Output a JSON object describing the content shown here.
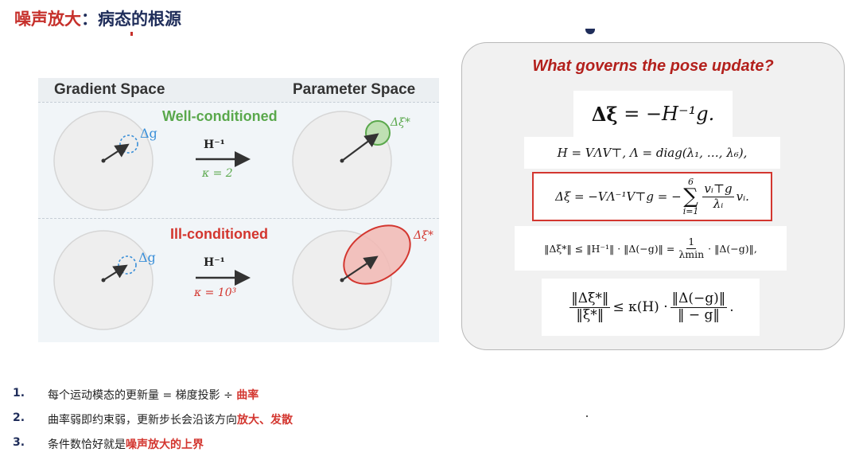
{
  "title": {
    "part1": "噪声放大",
    "colon": "：",
    "part2": "病态的根源"
  },
  "figure": {
    "col_left": "Gradient Space",
    "col_right": "Parameter Space",
    "rows": [
      {
        "label": "Well-conditioned",
        "label_color": "#5aa84c",
        "grad_label": "Δg",
        "matrix_label": "H⁻¹",
        "kappa": "κ = 2",
        "kappa_color": "#5aa84c",
        "update_label": "Δξ*",
        "update_color": "#5aa84c"
      },
      {
        "label": "Ill-conditioned",
        "label_color": "#d3362f",
        "grad_label": "Δg",
        "matrix_label": "H⁻¹",
        "kappa": "κ = 10³",
        "kappa_color": "#d3362f",
        "update_label": "Δξ*",
        "update_color": "#d3362f"
      }
    ]
  },
  "math": {
    "question": "What governs the pose update?",
    "eq1": {
      "lhs": "Δξ",
      "rhs": "= −H⁻¹g."
    },
    "eq2": {
      "text": "H = VΛV⊤,    Λ = diag(λ₁, …, λ₆),"
    },
    "eq3": {
      "lhs": "Δξ = −VΛ⁻¹V⊤g = −",
      "sum_top": "6",
      "sum_sym": "∑",
      "sum_bottom": "i=1",
      "frac_num": "vᵢ⊤g",
      "frac_den": "λᵢ",
      "tail": "vᵢ."
    },
    "eq4": {
      "lhs": "‖Δξ*‖ ≤ ‖H⁻¹‖ · ‖Δ(−g)‖ =",
      "frac_num": "1",
      "frac_den": "λmin",
      "tail": "· ‖Δ(−g)‖,"
    },
    "eq5": {
      "frac1_num": "‖Δξ*‖",
      "frac1_den": "‖ξ*‖",
      "mid": "≤ κ(H) ·",
      "frac2_num": "‖Δ(−g)‖",
      "frac2_den": "‖ − g‖",
      "tail": "."
    }
  },
  "bullets": [
    {
      "num": "1.",
      "text": "每个运动模态的更新量 = 梯度投影 ÷ ",
      "hl": "曲率"
    },
    {
      "num": "2.",
      "text": "曲率弱即约束弱，更新步长会沿该方向",
      "hl": "放大、发散"
    },
    {
      "num": "3.",
      "text": "条件数恰好就是",
      "hl": "噪声放大的上界"
    }
  ],
  "colors": {
    "navy": "#1f2d5a",
    "red": "#c6302b",
    "green": "#5aa84c"
  }
}
